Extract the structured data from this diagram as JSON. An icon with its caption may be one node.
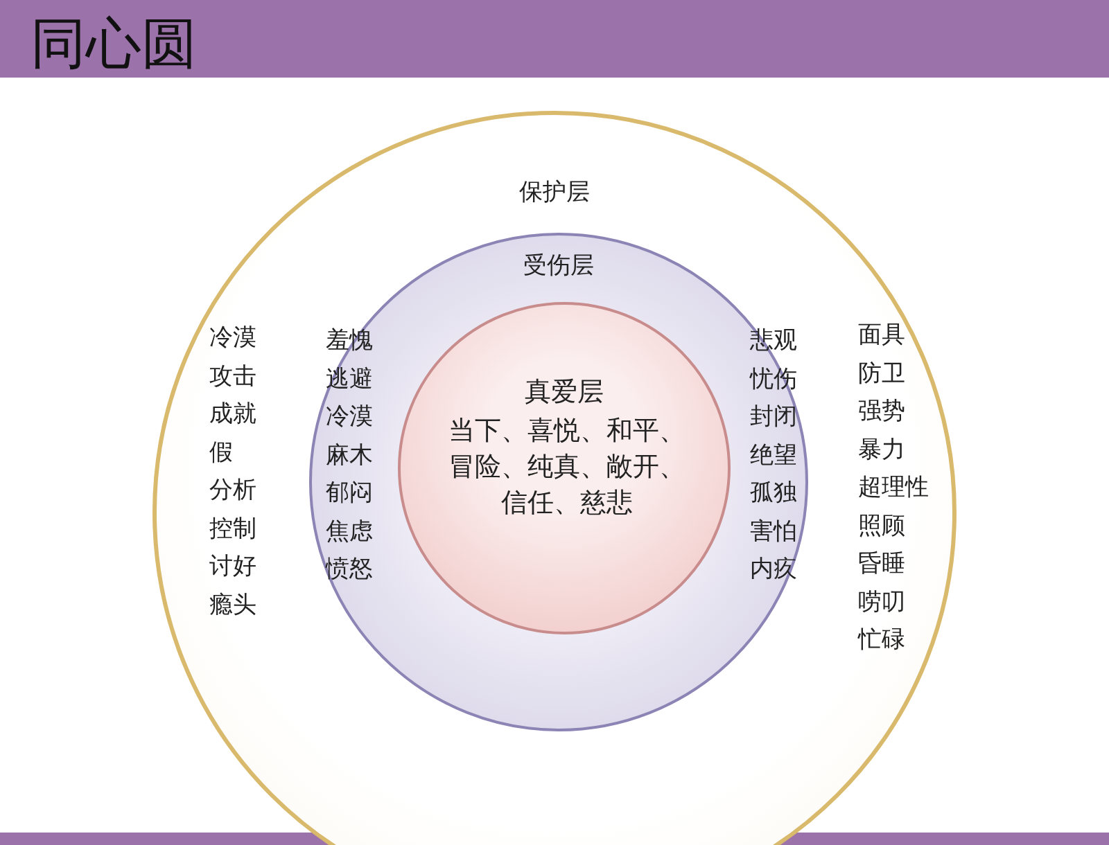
{
  "diagram": {
    "title": "同心圆",
    "nodes": [
      {
        "text": [
          "保护层",
          "冷漠",
          "攻击",
          "成就",
          "假",
          "分析",
          "控制",
          "讨好",
          "瘾头",
          "面具",
          "防卫",
          "强势",
          "暴力",
          "超理性",
          "照顾",
          "昏睡",
          "唠叨",
          "忙碌"
        ]
      },
      {
        "text": [
          "受伤层",
          "羞愧",
          "逃避",
          "冷漠",
          "麻木",
          "郁闷",
          "焦虑",
          "愤怒",
          "悲观",
          "忧伤",
          "封闭",
          "绝望",
          "孤独",
          "害怕",
          "内疚"
        ],
        "in": 0
      },
      {
        "text": [
          "真爱层",
          "当下、喜悦、和平、冒险、纯真、敞开、信任、慈悲"
        ],
        "in": 1
      }
    ]
  }
}
